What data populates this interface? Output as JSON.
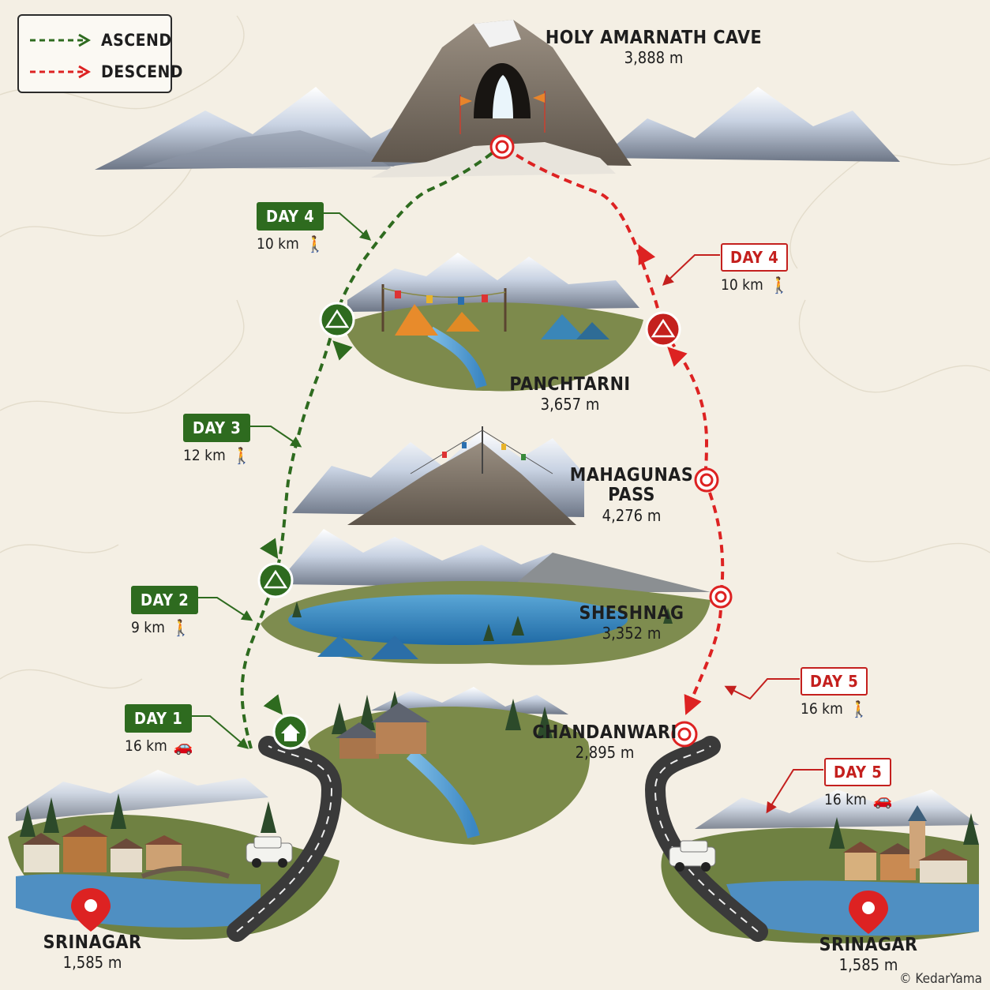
{
  "legend": {
    "ascend": "ASCEND",
    "descend": "DESCEND",
    "ascend_color": "#2e6b1f",
    "descend_color": "#dd2222"
  },
  "places": {
    "cave": {
      "name": "HOLY AMARNATH CAVE",
      "elevation": "3,888 m"
    },
    "panchtarni": {
      "name": "PANCHTARNI",
      "elevation": "3,657 m"
    },
    "mahagunas": {
      "name": "MAHAGUNAS\nPASS",
      "elevation": "4,276 m"
    },
    "sheshnag": {
      "name": "SHESHNAG",
      "elevation": "3,352 m"
    },
    "chandanwari": {
      "name": "CHANDANWARI",
      "elevation": "2,895 m"
    },
    "srinagar_left": {
      "name": "SRINAGAR",
      "elevation": "1,585 m"
    },
    "srinagar_right": {
      "name": "SRINAGAR",
      "elevation": "1,585 m"
    }
  },
  "days": {
    "asc_1": {
      "label": "DAY 1",
      "distance": "16 km",
      "mode": "car-icon"
    },
    "asc_2": {
      "label": "DAY 2",
      "distance": "9 km",
      "mode": "hiker-icon"
    },
    "asc_3": {
      "label": "DAY 3",
      "distance": "12 km",
      "mode": "hiker-icon"
    },
    "asc_4": {
      "label": "DAY 4",
      "distance": "10 km",
      "mode": "hiker-icon"
    },
    "desc_4": {
      "label": "DAY 4",
      "distance": "10 km",
      "mode": "hiker-icon"
    },
    "desc_5a": {
      "label": "DAY 5",
      "distance": "16 km",
      "mode": "hiker-icon"
    },
    "desc_5b": {
      "label": "DAY 5",
      "distance": "16 km",
      "mode": "car-icon"
    }
  },
  "credit": "© KedarYama"
}
